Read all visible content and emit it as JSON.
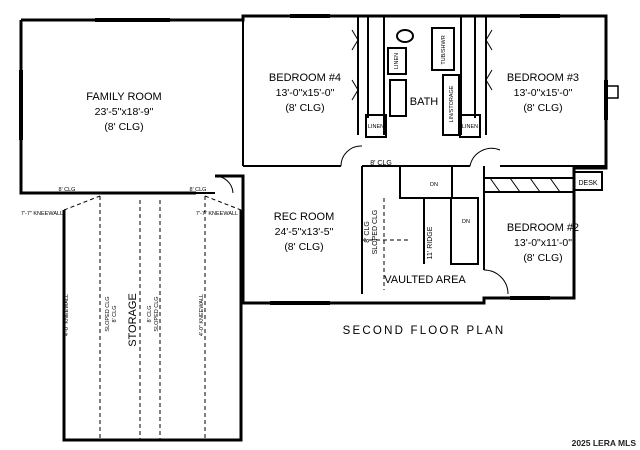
{
  "rooms": {
    "family_room": {
      "name": "FAMILY ROOM",
      "dims": "23'-5\"x18'-9\"",
      "ceiling": "(8' CLG)"
    },
    "bedroom4": {
      "name": "BEDROOM #4",
      "dims": "13'-0\"x15'-0\"",
      "ceiling": "(8' CLG)"
    },
    "bedroom3": {
      "name": "BEDROOM #3",
      "dims": "13'-0\"x15'-0\"",
      "ceiling": "(8' CLG)"
    },
    "rec_room": {
      "name": "REC ROOM",
      "dims": "24'-5\"x13'-5\"",
      "ceiling": "(8' CLG)"
    },
    "bedroom2": {
      "name": "BEDROOM #2",
      "dims": "13'-0\"x11'-0\"",
      "ceiling": "(8' CLG)"
    },
    "bath": {
      "name": "BATH"
    },
    "storage": {
      "name": "STORAGE"
    },
    "vaulted": {
      "name": "VAULTED AREA"
    }
  },
  "fixtures": {
    "linen_top": "LINEN",
    "linen_left": "LINEN",
    "linen_right": "LINEN",
    "lin_storage": "LIN/STORAGE",
    "tub_shwr": "TUB/SHWR",
    "desk": "DESK",
    "stair_dn_1": "DN",
    "stair_dn_2": "DN"
  },
  "notes": {
    "clg_left": "8' CLG",
    "clg_mid": "8' CLG",
    "clg_hall": "8' CLG",
    "kneewall_left": "7'-7\" KNEEWALL",
    "kneewall_right": "7'-7\" KNEEWALL",
    "kneewall_vert_left": "4'-0\" KNEEWALL",
    "kneewall_vert_right": "4'-0\" KNEEWALL",
    "sloped_left_a": "SLOPED CLG",
    "sloped_left_b": "8' CLG",
    "sloped_right_a": "8' CLG",
    "sloped_right_b": "SLOPED CLG",
    "rec_sloped_a": "8' CLG",
    "rec_sloped_b": "SLOPED CLG",
    "ridge": "11' RIDGE"
  },
  "plan_title": "SECOND FLOOR PLAN",
  "watermark": "2025 LERA MLS",
  "colors": {
    "wall": "#000000",
    "background": "#ffffff",
    "dashed": "#000000"
  }
}
